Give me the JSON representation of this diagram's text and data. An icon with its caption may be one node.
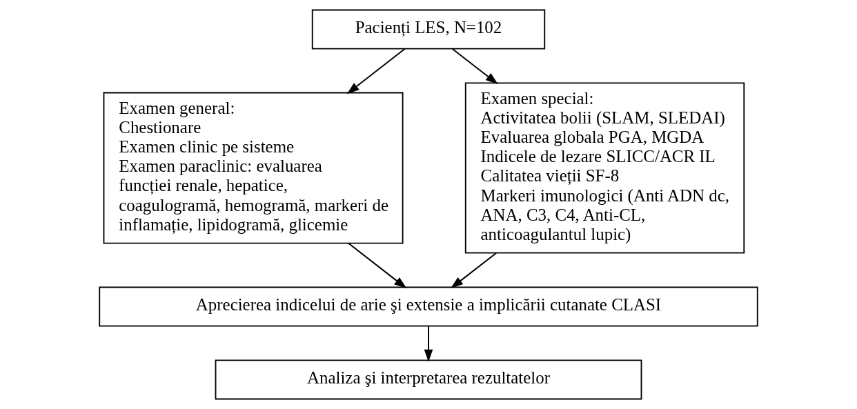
{
  "diagram": {
    "nodes": [
      {
        "text": [
          "Pacienți LES, N=102"
        ]
      },
      {
        "text": [
          "Examen general:",
          "Chestionare",
          "Examen clinic pe sisteme",
          "Examen paraclinic: evaluarea funcției renale, hepatice, coagulogramă, hemogramă, markeri de inflamație, lipidogramă, glicemie"
        ]
      },
      {
        "text": [
          "Examen special:",
          "Activitatea bolii (SLAM, SLEDAI)",
          "Evaluarea globala PGA, MGDA",
          "Indicele de lezare SLICC/ACR IL",
          "Calitatea vieții SF-8",
          "Markeri imunologici (Anti ADN dc, ANA, C3, C4, Anti-CL, anticoagulantul lupic)"
        ]
      },
      {
        "text": [
          "Aprecierea indicelui de arie şi extensie a implicării cutanate CLASI"
        ]
      },
      {
        "text": [
          "Analiza şi interpretarea rezultatelor"
        ]
      }
    ],
    "edges": [
      {
        "from": 0,
        "to": 1,
        "arrow": "to"
      },
      {
        "from": 0,
        "to": 2,
        "arrow": "to"
      },
      {
        "from": 1,
        "to": 3,
        "arrow": "to"
      },
      {
        "from": 2,
        "to": 3,
        "arrow": "to"
      },
      {
        "from": 3,
        "to": 4,
        "arrow": "to"
      }
    ]
  }
}
